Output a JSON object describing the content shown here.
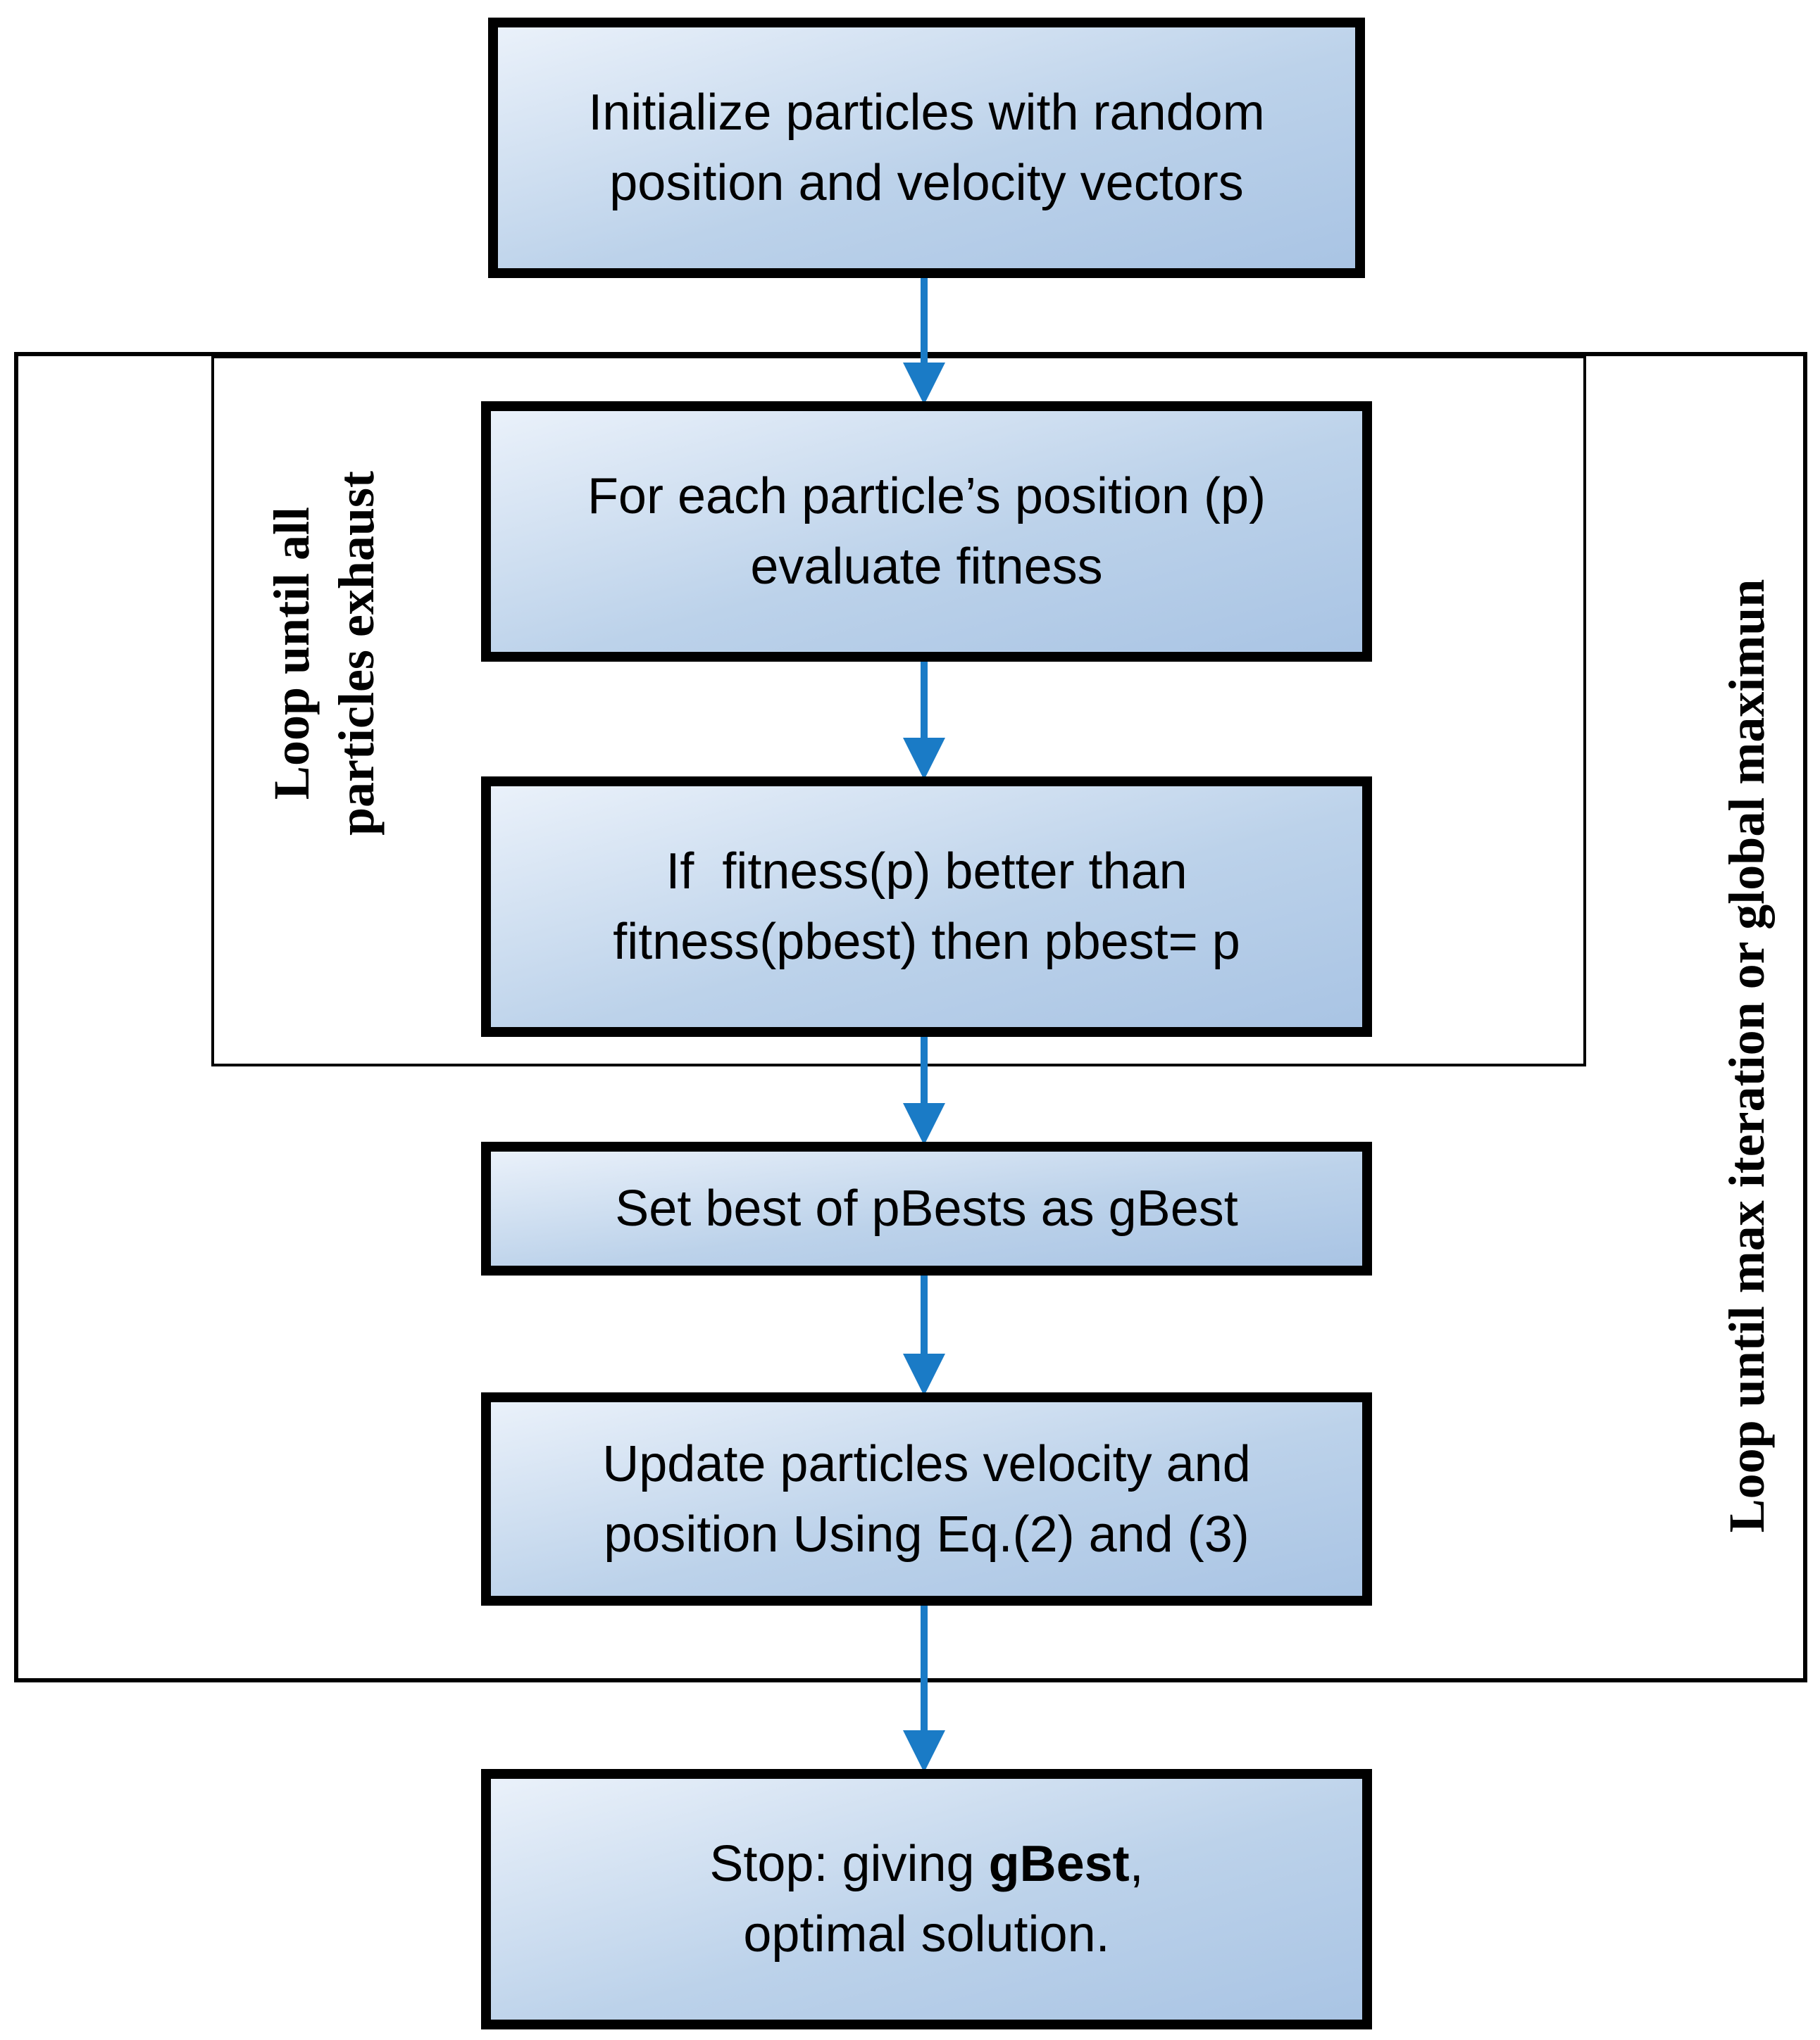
{
  "flowchart": {
    "steps": {
      "initialize": {
        "line1": "Initialize particles with random",
        "line2": "position and velocity vectors"
      },
      "evaluate": {
        "line1": "For each particle’s position (p)",
        "line2": "evaluate fitness"
      },
      "pbest": {
        "line1": "If  fitness(p) better than",
        "line2": "fitness(pbest) then pbest= p"
      },
      "gbest": {
        "line1": "Set best of pBests as gBest"
      },
      "update": {
        "line1": "Update particles velocity and",
        "line2": "position Using Eq.(2) and (3)"
      },
      "stop": {
        "prefix": "Stop: giving ",
        "bold": "gBest",
        "suffix": ",",
        "line2": "optimal solution."
      }
    },
    "loops": {
      "inner": {
        "line1": "Loop until all",
        "line2": "particles exhaust"
      },
      "outer": {
        "label": "Loop until max iteration or global maximun"
      }
    },
    "colors": {
      "arrow": "#1a7bc6",
      "box_border": "#000000",
      "box_fill_light": "#eaf1fa",
      "box_fill_dark": "#a9c4e4"
    }
  }
}
